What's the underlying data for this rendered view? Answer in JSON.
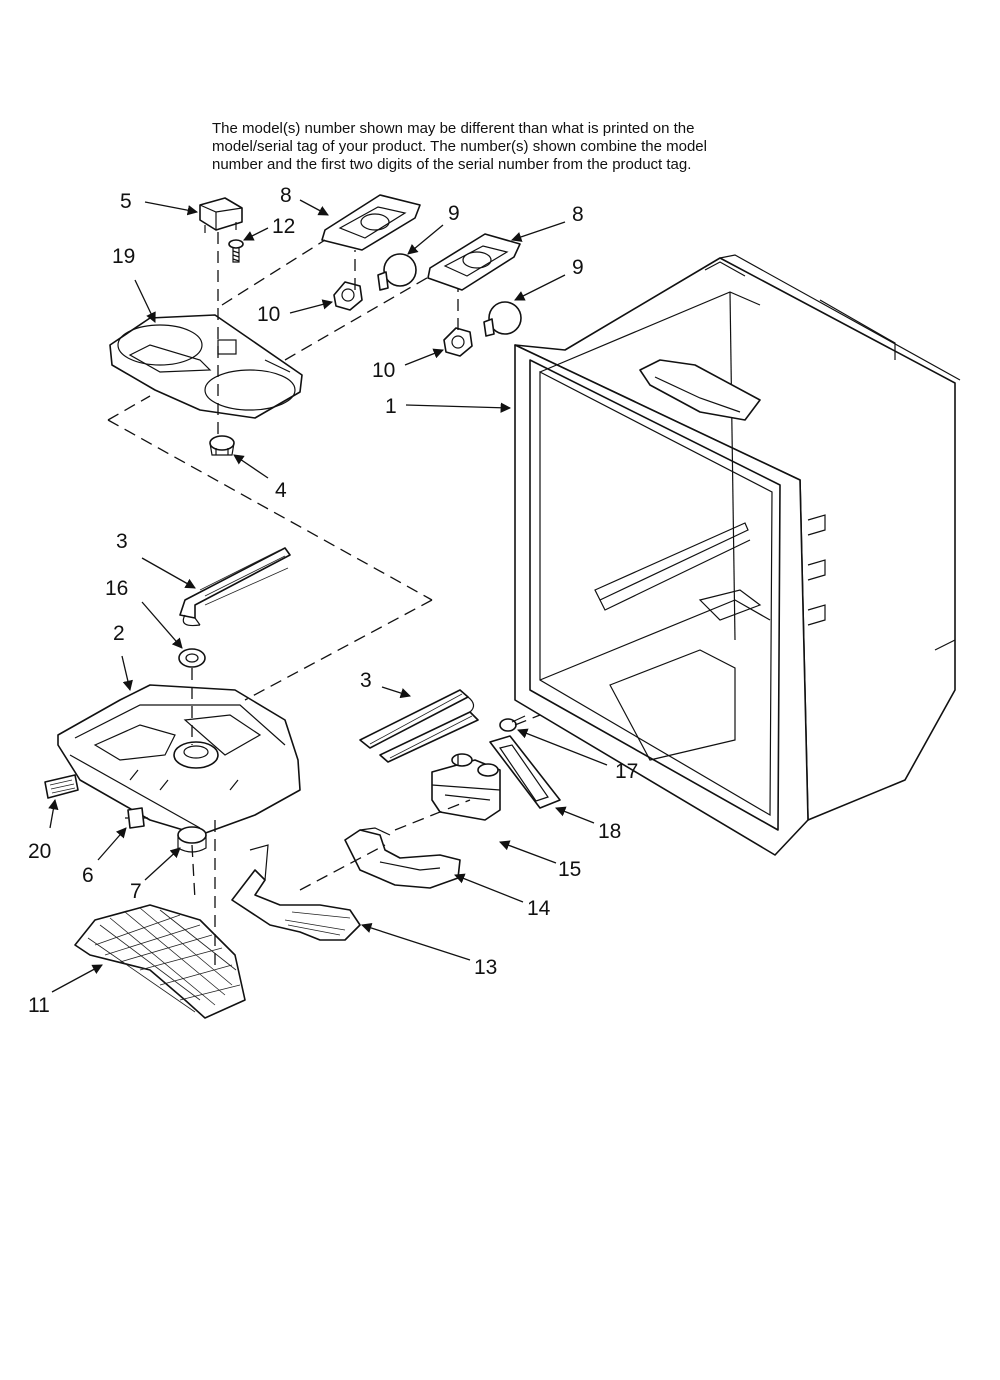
{
  "note": {
    "lines": [
      "The model(s) number shown may be different than what is printed on the",
      "model/serial tag of your product. The number(s) shown combine the model",
      "number and the first two digits of the serial number from the product tag."
    ]
  },
  "callouts": {
    "c1": "1",
    "c2": "2",
    "c3a": "3",
    "c3b": "3",
    "c4": "4",
    "c5": "5",
    "c6": "6",
    "c7": "7",
    "c8a": "8",
    "c8b": "8",
    "c9a": "9",
    "c9b": "9",
    "c10a": "10",
    "c10b": "10",
    "c11": "11",
    "c12": "12",
    "c13": "13",
    "c14": "14",
    "c15": "15",
    "c16": "16",
    "c17": "17",
    "c18": "18",
    "c19": "19",
    "c20": "20"
  }
}
